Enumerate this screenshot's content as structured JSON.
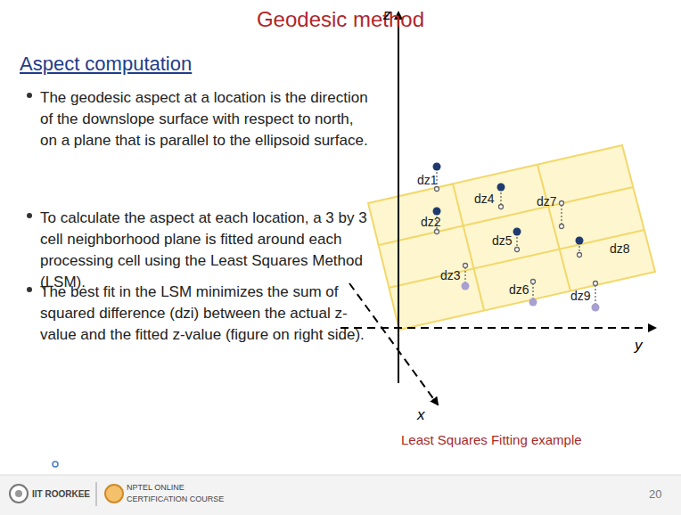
{
  "diagram": {
    "title": "Geodesic method",
    "caption": "Least Squares Fitting example",
    "labels": [
      "Aspect computation",
      "The geodesic aspect at a location is the direction of the downslope surface with respect to north, on a plane that is parallel to the ellipsoid surface.",
      "To calculate the aspect at each location, a 3 by 3 cell neighborhood plane is fitted around each processing cell using the Least Squares Method (LSM).",
      "The best fit in the LSM minimizes the sum of squared difference (dzi) between the actual z-value and the fitted z-value (figure on right side).",
      "z",
      "y",
      "x",
      "dz1",
      "dz2",
      "dz3",
      "dz4",
      "dz5",
      "dz6",
      "dz7",
      "dz8",
      "dz9",
      "IIT ROORKEE",
      "NPTEL ONLINE",
      "CERTIFICATION COURSE",
      "20"
    ]
  }
}
